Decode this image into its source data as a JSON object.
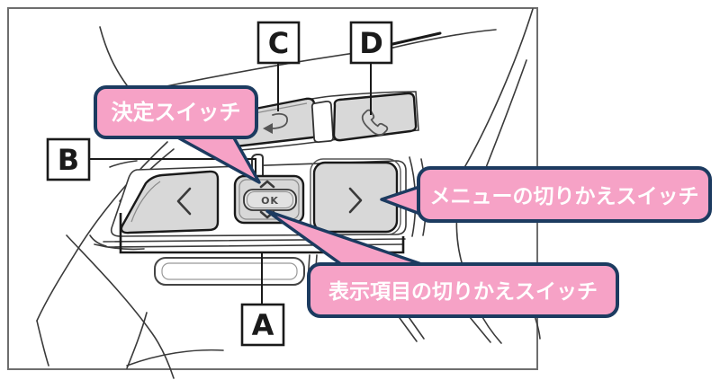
{
  "figure": {
    "type": "steering-wheel-switch-diagram",
    "callouts": {
      "enter_switch": {
        "text": "決定スイッチ"
      },
      "menu_switch": {
        "text": "メニューの切りかえスイッチ"
      },
      "display_item_switch": {
        "text": "表示項目の切りかえスイッチ"
      }
    },
    "index_labels": {
      "a": "A",
      "b": "B",
      "c": "C",
      "d": "D"
    },
    "switch_labels": {
      "ok": "OK"
    },
    "icons": {
      "back": "back-arrow-icon",
      "phone": "phone-icon",
      "left": "chevron-left-icon",
      "right": "chevron-right-icon",
      "up": "chevron-up-icon",
      "down": "chevron-down-icon"
    },
    "colors": {
      "callout_fill": "#f6a2c6",
      "callout_border": "#1c3b60",
      "callout_text": "#ffffff",
      "button_fill": "#d8d8d8",
      "outline": "#1a1a1a",
      "frame_border": "#6e6e6e",
      "background": "#ffffff"
    }
  }
}
